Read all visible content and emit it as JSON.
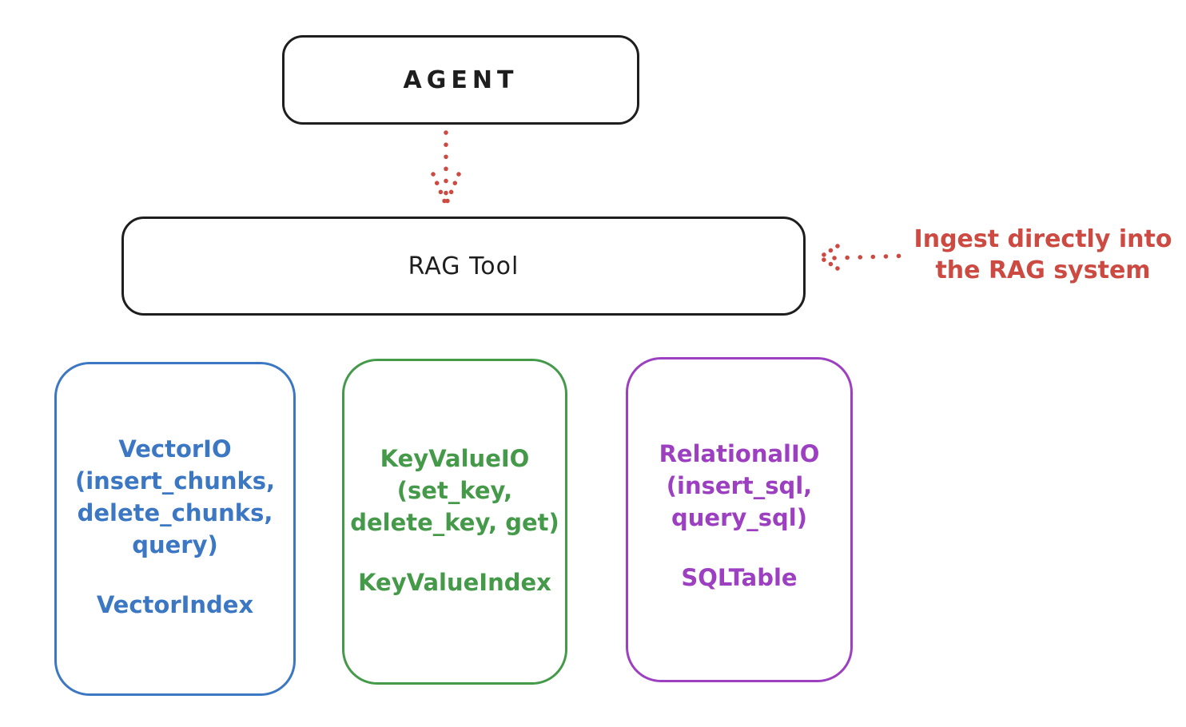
{
  "diagram": {
    "title_semantic": "RAG Tool ingestion architecture",
    "agent": {
      "label": "AGENT"
    },
    "rag_tool": {
      "label": "RAG Tool"
    },
    "annotation": {
      "text": "Ingest directly into\nthe RAG system",
      "color": "#cc4a41"
    },
    "backends": [
      {
        "id": "vector-io",
        "io_label": "VectorIO\n(insert_chunks,\ndelete_chunks,\nquery)",
        "index_label": "VectorIndex",
        "color": "#3b77c2"
      },
      {
        "id": "key-value-io",
        "io_label": "KeyValueIO\n(set_key,\ndelete_key, get)",
        "index_label": "KeyValueIndex",
        "color": "#459a4a"
      },
      {
        "id": "relational-io",
        "io_label": "RelationalIO\n(insert_sql,\nquery_sql)",
        "index_label": "SQLTable",
        "color": "#9c3fc1"
      }
    ],
    "arrows": [
      {
        "id": "agent-to-rag-tool",
        "style": "dotted",
        "direction": "down",
        "color": "#cc4a41"
      },
      {
        "id": "ingest-into-rag-tool",
        "style": "dotted",
        "direction": "left",
        "color": "#cc4a41"
      }
    ],
    "colors": {
      "ink": "#1e1e1e",
      "red": "#cc4a41",
      "blue": "#3b77c2",
      "green": "#459a4a",
      "purple": "#9c3fc1",
      "background": "#ffffff"
    }
  }
}
